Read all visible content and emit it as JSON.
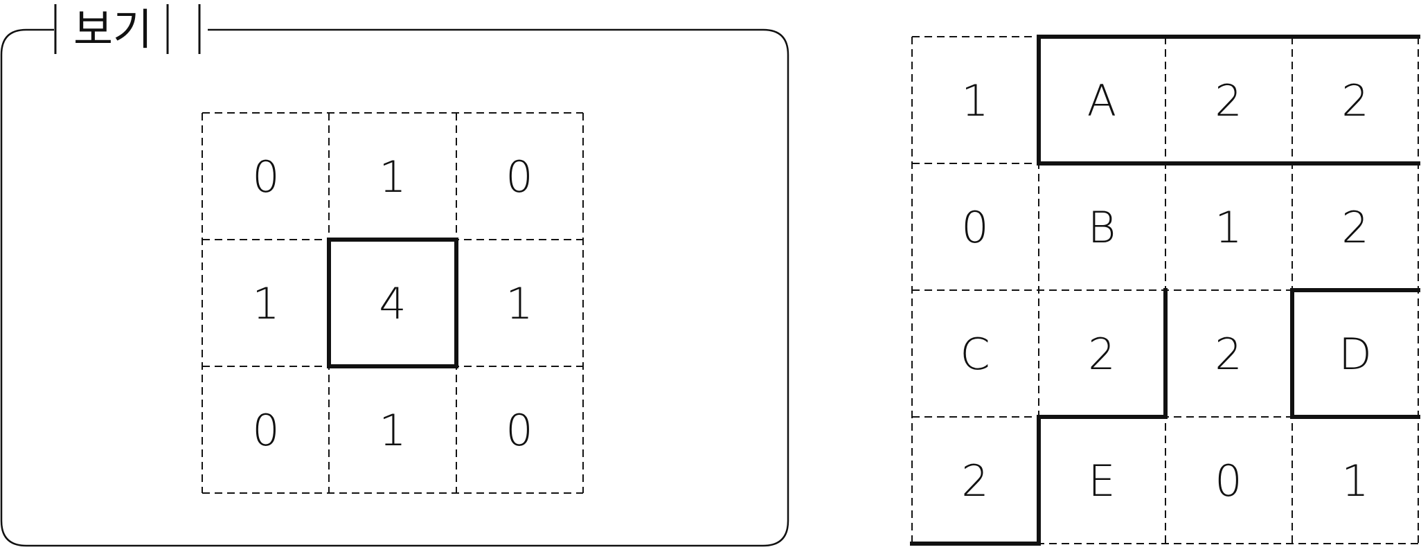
{
  "example_box": {
    "title": "보기",
    "grid": [
      [
        "0",
        "1",
        "0"
      ],
      [
        "1",
        "4",
        "1"
      ],
      [
        "0",
        "1",
        "0"
      ]
    ]
  },
  "puzzle": {
    "grid": [
      [
        "1",
        "A",
        "2",
        "2"
      ],
      [
        "0",
        "B",
        "1",
        "2"
      ],
      [
        "C",
        "2",
        "2",
        "D"
      ],
      [
        "2",
        "E",
        "0",
        "1"
      ]
    ]
  },
  "colors": {
    "line": "#111111",
    "background": "#ffffff"
  }
}
